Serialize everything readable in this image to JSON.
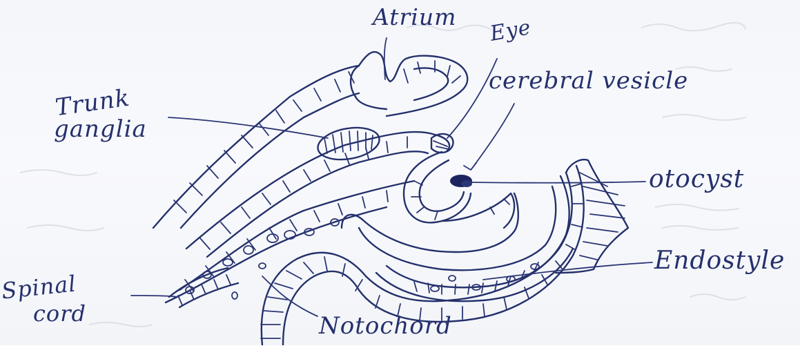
{
  "diagram": {
    "labels": {
      "atrium": "Atrium",
      "eye": "Eye",
      "cerebral_vesicle": "cerebral vesicle",
      "trunk_ganglia": [
        "Trunk",
        "ganglia"
      ],
      "otocyst": "otocyst",
      "endostyle": "Endostyle",
      "spinal_cord": [
        "Spinal",
        "cord"
      ],
      "notochord": "Notochord"
    }
  }
}
